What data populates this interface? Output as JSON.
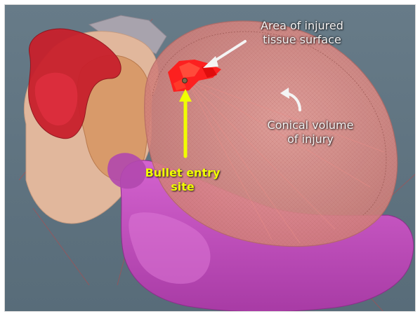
{
  "annotations": {
    "injured_surface": {
      "line1": "Area of injured",
      "line2": "tissue surface",
      "arrow_color": "#f4f4f4"
    },
    "conical_volume": {
      "line1": "Conical volume",
      "line2": "of injury",
      "arrow_color": "#f4f4f4"
    },
    "bullet_entry": {
      "line1": "Bullet entry",
      "line2": "site",
      "color": "#f0ff00"
    }
  },
  "colors": {
    "background": "#5f7380",
    "left_ventricle_magenta": "#c24fbf",
    "heart_wireframe_pink": "#d98a86",
    "atrium_red": "#c8202c",
    "atrium_tan": "#e0b59a",
    "injury_red": "#ff1a1a"
  }
}
